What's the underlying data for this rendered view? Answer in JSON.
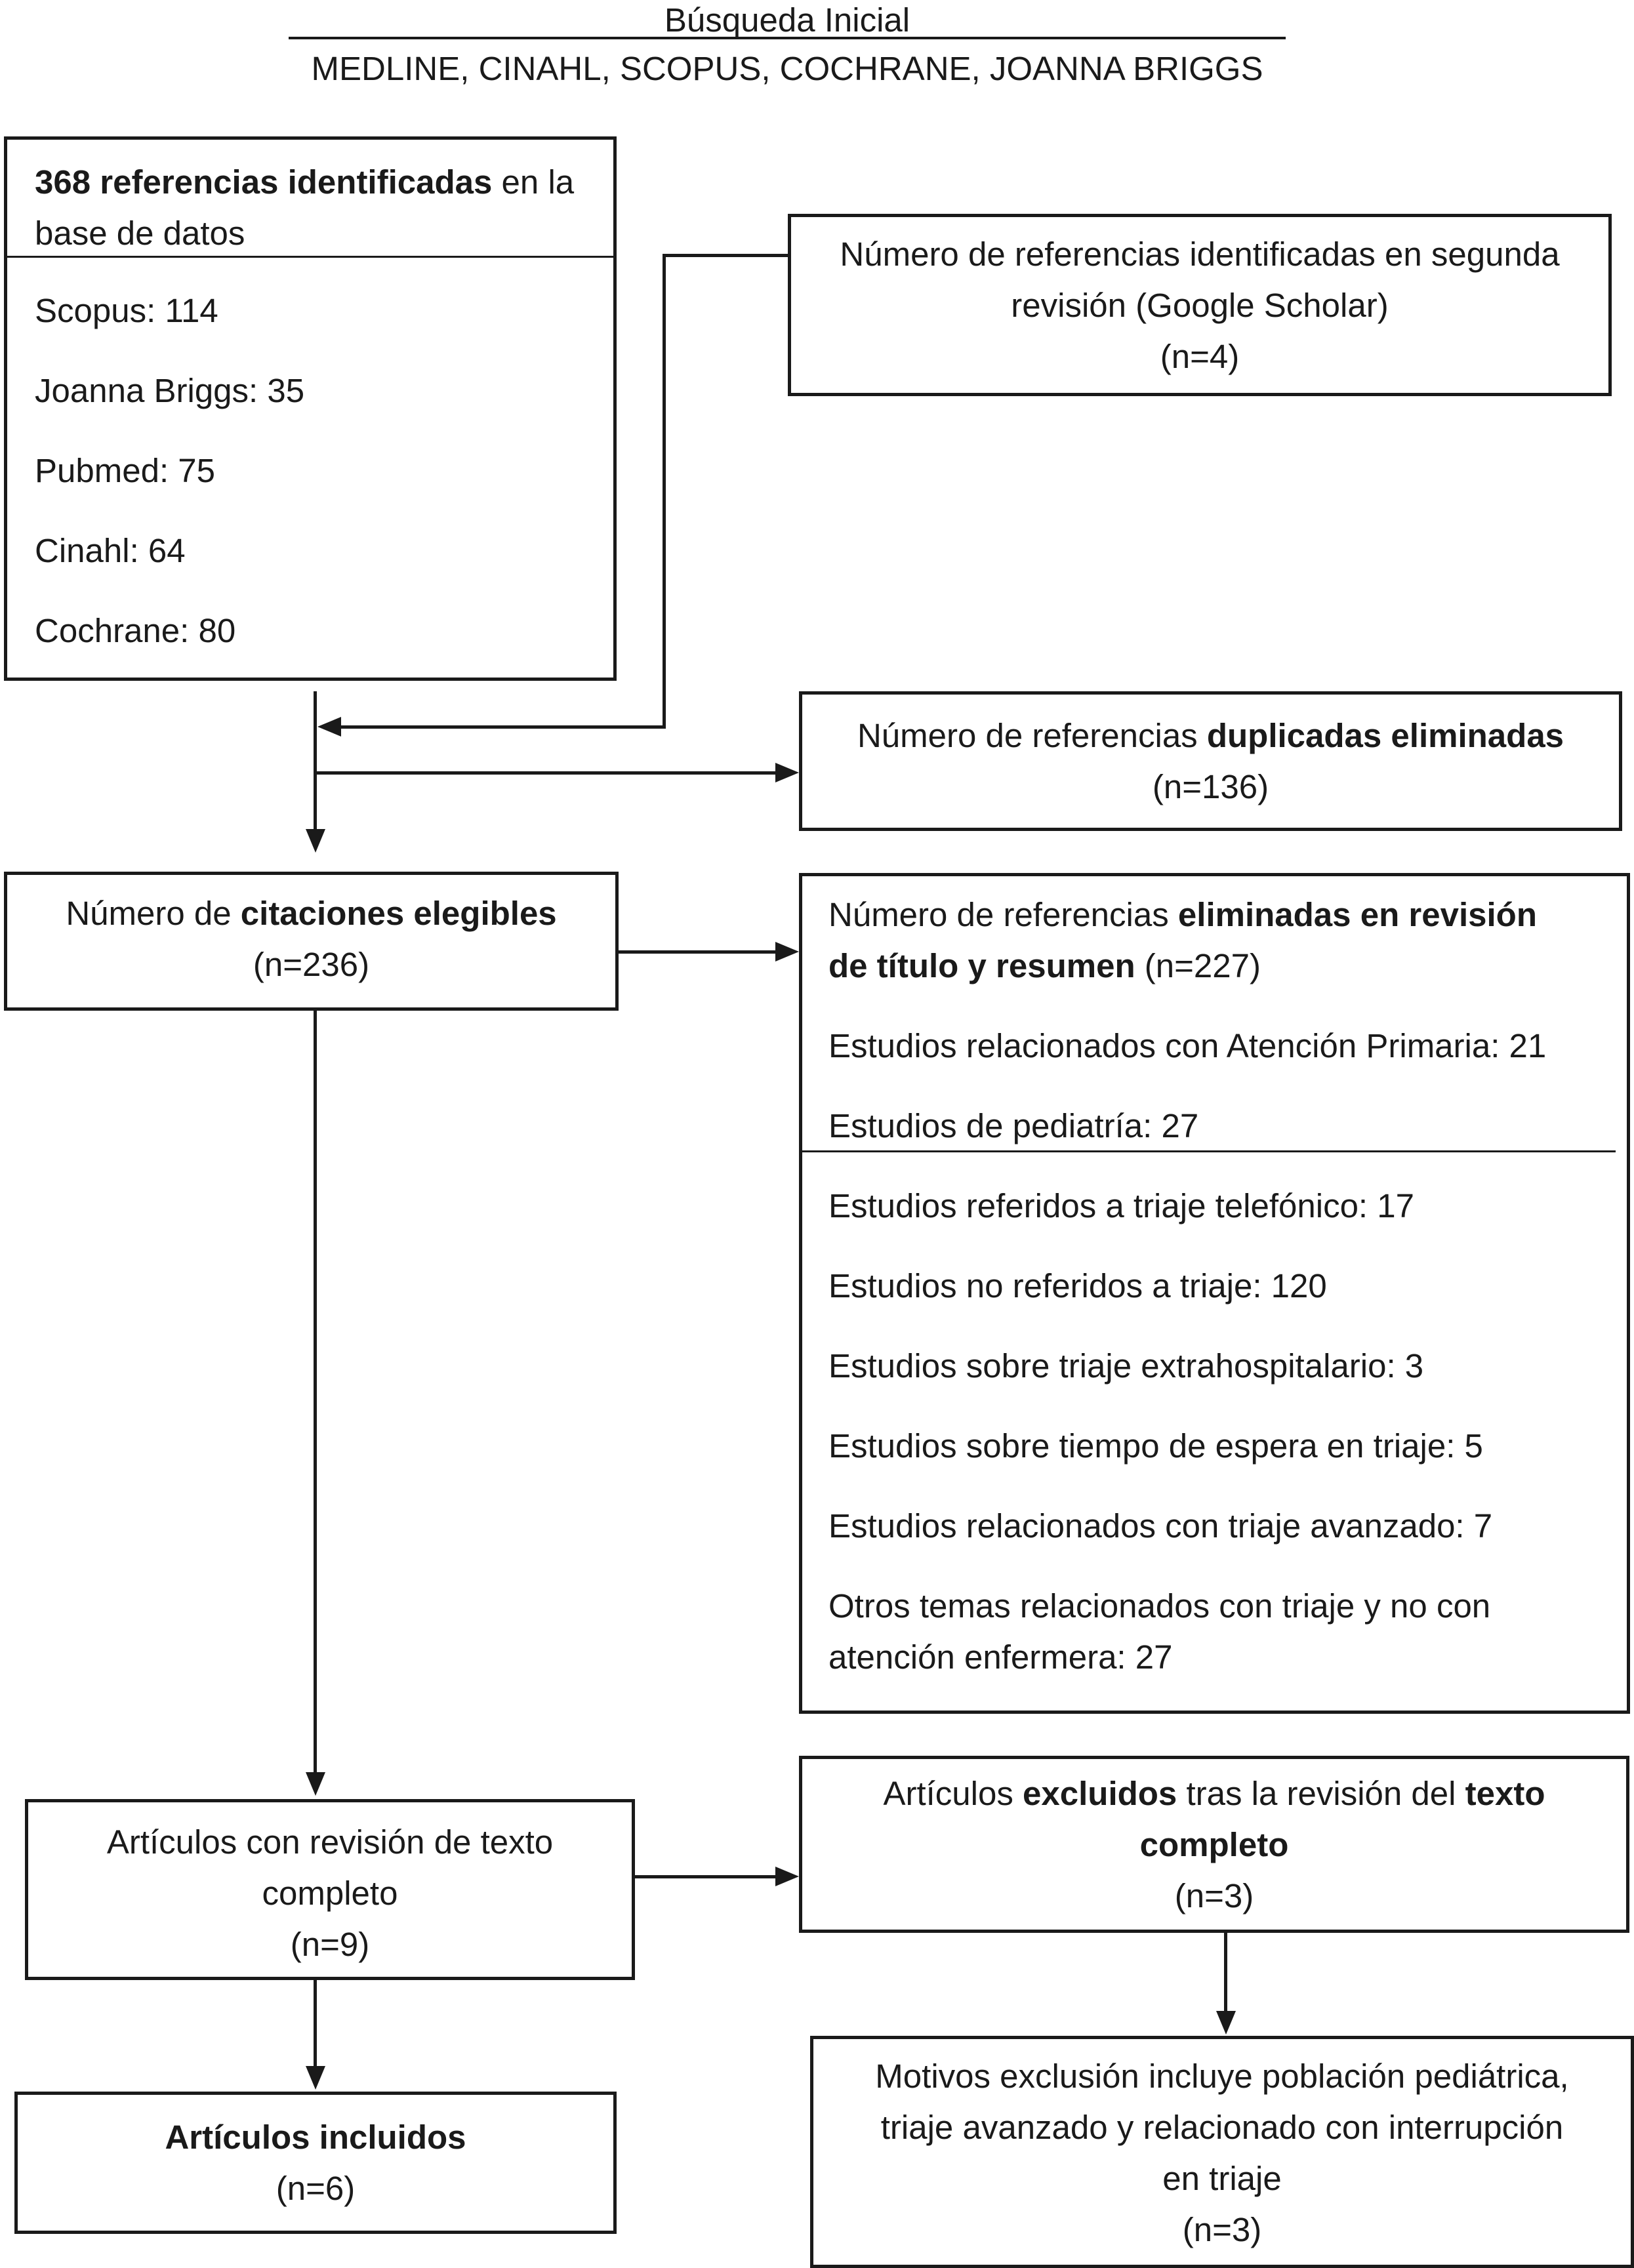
{
  "header": {
    "title": "Búsqueda Inicial",
    "databases": "MEDLINE, CINAHL, SCOPUS, COCHRANE, JOANNA BRIGGS"
  },
  "identified": {
    "count_bold": "368 referencias identificadas",
    "suffix_line1": " en la",
    "line2": "base de datos",
    "sources": [
      "Scopus: 114",
      "Joanna Briggs: 35",
      "Pubmed: 75",
      "Cinahl: 64",
      "Cochrane: 80"
    ]
  },
  "second_review": {
    "line1": "Número de referencias identificadas en segunda",
    "line2": "revisión (Google Scholar)",
    "n": "(n=4)"
  },
  "duplicates": {
    "prefix": "Número de referencias ",
    "bold": "duplicadas eliminadas",
    "n": "(n=136)"
  },
  "eligible": {
    "prefix": "Número de ",
    "bold": "citaciones elegibles",
    "n": "(n=236)"
  },
  "removed": {
    "prefix": "Número de referencias ",
    "bold1": "eliminadas en revisión",
    "bold2": "de título y resumen",
    "suffix2": " (n=227)",
    "items": [
      "Estudios relacionados con Atención Primaria: 21",
      "Estudios de pediatría: 27",
      "Estudios referidos a triaje telefónico: 17",
      "Estudios no referidos a triaje: 120",
      "Estudios sobre triaje extrahospitalario: 3",
      "Estudios sobre tiempo de espera en triaje: 5",
      "Estudios relacionados con triaje avanzado: 7",
      "Otros temas relacionados con triaje y no con",
      "atención enfermera: 27"
    ]
  },
  "fulltext": {
    "line1": "Artículos con revisión de texto",
    "line2": "completo",
    "n": "(n=9)"
  },
  "excluded": {
    "w1": "Artículos ",
    "b1": "excluidos",
    "w2": " tras la revisión del ",
    "b2": "texto",
    "b3": "completo",
    "n": "(n=3)"
  },
  "included": {
    "bold": "Artículos incluidos",
    "n": "(n=6)"
  },
  "reasons": {
    "line1": "Motivos exclusión incluye población pediátrica,",
    "line2": "triaje avanzado y relacionado con interrupción",
    "line3": "en triaje",
    "n": "(n=3)"
  }
}
